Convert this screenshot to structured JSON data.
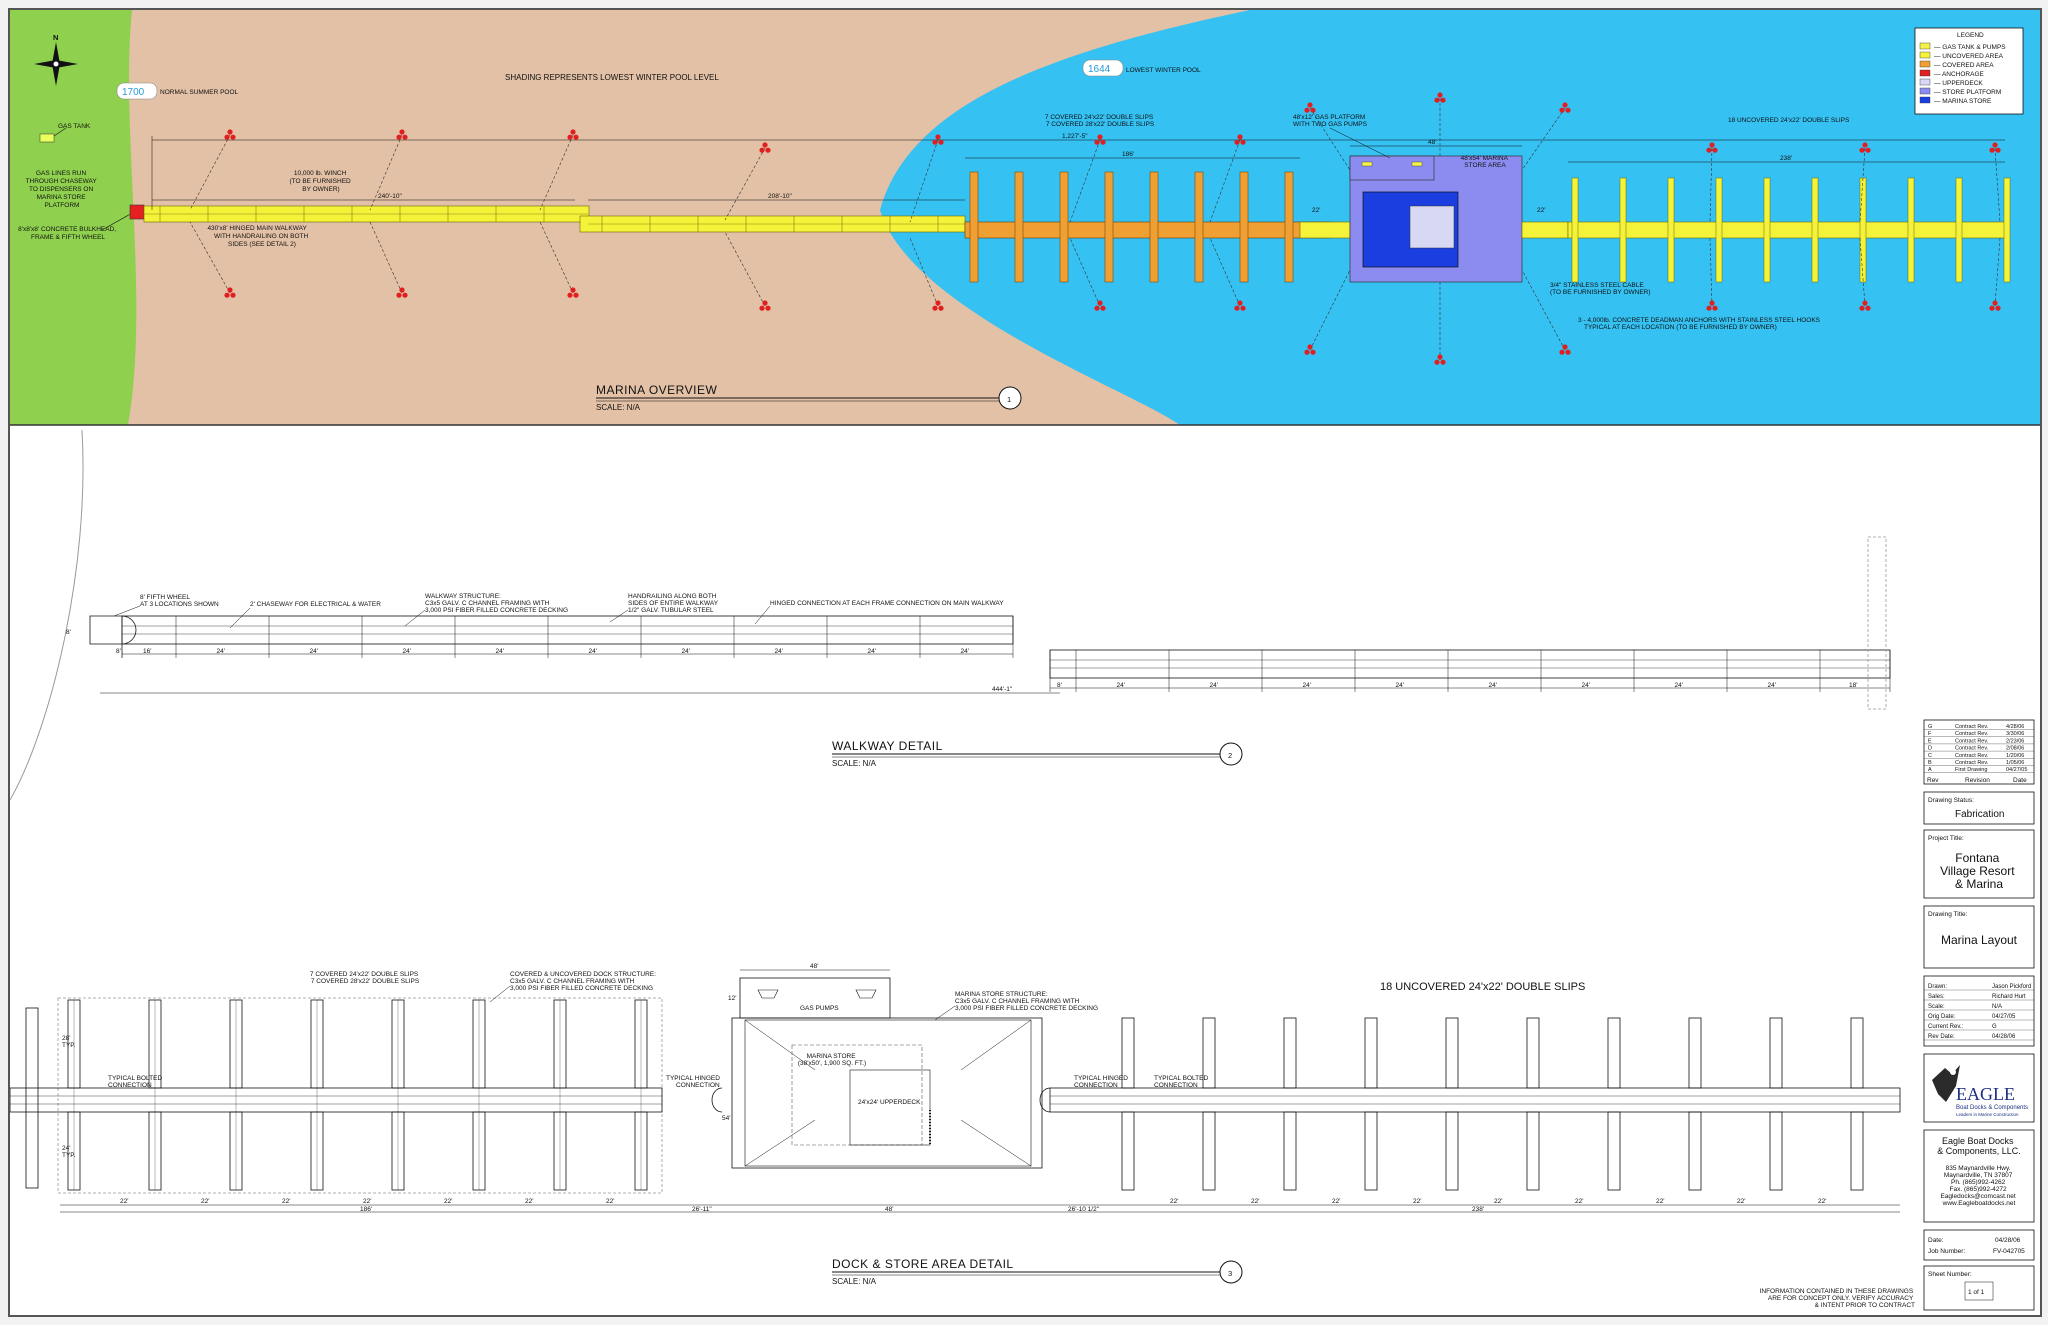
{
  "overview": {
    "title": "MARINA OVERVIEW",
    "scale": "SCALE: N/A",
    "number": "1",
    "shading_note": "SHADING REPRESENTS LOWEST WINTER POOL LEVEL",
    "summer_elev": "1700",
    "summer_label": "NORMAL SUMMER POOL",
    "winter_elev": "1644",
    "winter_label": "LOWEST WINTER POOL",
    "gas_tank": "GAS TANK",
    "gas_lines": [
      "GAS LINES RUN",
      "THROUGH CHASEWAY",
      "TO DISPENSERS ON",
      "MARINA STORE",
      "PLATFORM"
    ],
    "bulkhead": [
      "8'x8'x8' CONCRETE BULKHEAD,",
      "FRAME & FIFTH WHEEL"
    ],
    "winch": [
      "10,000 lb. WINCH",
      "(TO BE FURNISHED",
      "BY OWNER)"
    ],
    "walkway": [
      "430'x8' HINGED MAIN WALKWAY",
      "WITH HANDRAILING ON BOTH",
      "SIDES (SEE DETAIL 2)"
    ],
    "dim1": "240'-10\"",
    "dim2": "208'-10\"",
    "dim_covered_total": "1,227'-5\"",
    "dim_covered": "186'",
    "dim_store": "48'",
    "dim_gap": "22'",
    "dim_gap2": "22'",
    "dim_uncovered": "238'",
    "covered_slips": [
      "7 COVERED 24'x22' DOUBLE SLIPS",
      "7 COVERED 28'x22' DOUBLE SLIPS"
    ],
    "gas_platform": [
      "48'x12' GAS PLATFORM",
      "WITH TWO GAS PUMPS"
    ],
    "store_area": [
      "48'x54' MARINA",
      "STORE AREA"
    ],
    "uncovered_slips": "18 UNCOVERED 24'x22' DOUBLE SLIPS",
    "cable": [
      "3/4\" STAINLESS STEEL CABLE",
      "(TO BE FURNISHED BY OWNER)"
    ],
    "anchors": [
      "3 - 4,000lb. CONCRETE DEADMAN ANCHORS WITH STAINLESS STEEL HOOKS",
      "TYPICAL AT EACH LOCATION (TO BE FURNISHED BY OWNER)"
    ]
  },
  "legend": {
    "title": "LEGEND",
    "items": [
      {
        "label": "GAS TANK & PUMPS",
        "color": "#f2f24a"
      },
      {
        "label": "UNCOVERED AREA",
        "color": "#f5f23a"
      },
      {
        "label": "COVERED AREA",
        "color": "#f0a032"
      },
      {
        "label": "ANCHORAGE",
        "color": "#e02020"
      },
      {
        "label": "UPPERDECK",
        "color": "#d8d8f5"
      },
      {
        "label": "STORE PLATFORM",
        "color": "#8c8cf0"
      },
      {
        "label": "MARINA STORE",
        "color": "#1a3ee0"
      }
    ]
  },
  "walkway_detail": {
    "title": "WALKWAY DETAIL",
    "scale": "SCALE: N/A",
    "number": "2",
    "fifth_wheel": [
      "8' FIFTH WHEEL",
      "AT 3 LOCATIONS SHOWN"
    ],
    "chaseway": "2' CHASEWAY FOR ELECTRICAL & WATER",
    "structure": [
      "WALKWAY STRUCTURE:",
      "C3x5 GALV. C CHANNEL FRAMING WITH",
      "3,000 PSI FIBER FILLED CONCRETE DECKING"
    ],
    "handrail": [
      "HANDRAILING ALONG BOTH",
      "SIDES OF ENTIRE WALKWAY",
      "1/2\" GALV. TUBULAR STEEL"
    ],
    "hinged": "HINGED CONNECTION AT EACH FRAME CONNECTION ON MAIN WALKWAY",
    "width": "8'",
    "seg_a": [
      "8'",
      "16'",
      "24'",
      "24'",
      "24'",
      "24'",
      "24'",
      "24'",
      "24'",
      "24'",
      "24'"
    ],
    "seg_b": [
      "8'",
      "24'",
      "24'",
      "24'",
      "24'",
      "24'",
      "24'",
      "24'",
      "24'",
      "18'"
    ],
    "total": "444'-1\""
  },
  "dock_detail": {
    "title": "DOCK & STORE AREA DETAIL",
    "scale": "SCALE: N/A",
    "number": "3",
    "covered_slips": [
      "7 COVERED 24'x22' DOUBLE SLIPS",
      "7 COVERED 28'x22' DOUBLE SLIPS"
    ],
    "covered_struct": [
      "COVERED & UNCOVERED DOCK STRUCTURE:",
      "C3x5 GALV. C CHANNEL FRAMING WITH",
      "3,000 PSI FIBER FILLED CONCRETE DECKING"
    ],
    "typ_bolted": [
      "TYPICAL BOLTED",
      "CONNECTION"
    ],
    "typ_hinged": [
      "TYPICAL HINGED",
      "CONNECTION"
    ],
    "typ_hinged2": [
      "TYPICAL HINGED",
      "CONNECTION"
    ],
    "typ_bolted2": [
      "TYPICAL BOLTED",
      "CONNECTION"
    ],
    "dim_28": "28'",
    "dim_28_typ": "TYP.",
    "dim_24": "24'",
    "dim_24_typ": "TYP.",
    "cov_gap": "22'",
    "dim_186": "186'",
    "dim_26a": "26'-11\"",
    "dim_48b": "48'",
    "dim_26b": "26'-10 1/2\"",
    "dim_238": "238'",
    "unc_gap": "22'",
    "store_w": "48'",
    "store_h": "54'",
    "gas_h": "12'",
    "gas_pumps": "GAS PUMPS",
    "store": [
      "MARINA STORE",
      "(38'x50', 1,900 SQ. FT.)"
    ],
    "upperdeck": "24'x24' UPPERDECK",
    "store_struct": [
      "MARINA STORE STRUCTURE:",
      "C3x5 GALV. C CHANNEL FRAMING WITH",
      "3,000 PSI FIBER FILLED CONCRETE DECKING"
    ],
    "uncovered_title": "18 UNCOVERED 24'x22' DOUBLE SLIPS",
    "disclaimer": [
      "INFORMATION CONTAINED IN THESE DRAWINGS",
      "ARE FOR CONCEPT ONLY. VERIFY ACCURACY",
      "& INTENT PRIOR TO CONTRACT"
    ]
  },
  "title_block": {
    "revisions": [
      {
        "rev": "G",
        "desc": "Contract Rev.",
        "date": "4/28/06"
      },
      {
        "rev": "F",
        "desc": "Contract Rev.",
        "date": "3/30/06"
      },
      {
        "rev": "E",
        "desc": "Contract Rev.",
        "date": "2/23/06"
      },
      {
        "rev": "D",
        "desc": "Contract Rev.",
        "date": "2/08/06"
      },
      {
        "rev": "C",
        "desc": "Contract Rev.",
        "date": "1/20/06"
      },
      {
        "rev": "B",
        "desc": "Contract Rev.",
        "date": "1/05/06"
      },
      {
        "rev": "A",
        "desc": "First Drawing",
        "date": "04/27/05"
      }
    ],
    "rev_header": [
      "Rev",
      "Revision",
      "Date"
    ],
    "status_label": "Drawing Status:",
    "status": "Fabrication",
    "project_label": "Project Title:",
    "project": [
      "Fontana",
      "Village Resort",
      "& Marina"
    ],
    "drawing_label": "Drawing Title:",
    "drawing": "Marina Layout",
    "info": [
      {
        "k": "Drawn:",
        "v": "Jason Pickford"
      },
      {
        "k": "Sales:",
        "v": "Richard Hurt"
      },
      {
        "k": "Scale:",
        "v": "N/A"
      },
      {
        "k": "Orig Date:",
        "v": "04/27/05"
      },
      {
        "k": "Current Rev.:",
        "v": "G"
      },
      {
        "k": "Rev Date:",
        "v": "04/28/06"
      }
    ],
    "logo": "EAGLE",
    "logo_sub": "Boat Docks & Components",
    "logo_tag": "Leaders in Marine Construction",
    "company": [
      "Eagle Boat Docks",
      "& Components, LLC."
    ],
    "address": [
      "835 Maynardville Hwy.",
      "Maynardville, TN 37807",
      "Ph. (865)992-4262",
      "Fax. (865)992-4272",
      "Eagledocks@comcast.net",
      "www.Eagleboatdocks.net"
    ],
    "date_label": "Date:",
    "date": "04/28/06",
    "job_label": "Job Number:",
    "job": "FV-042705",
    "sheet_label": "Sheet Number:",
    "sheet": "1 of 1"
  }
}
